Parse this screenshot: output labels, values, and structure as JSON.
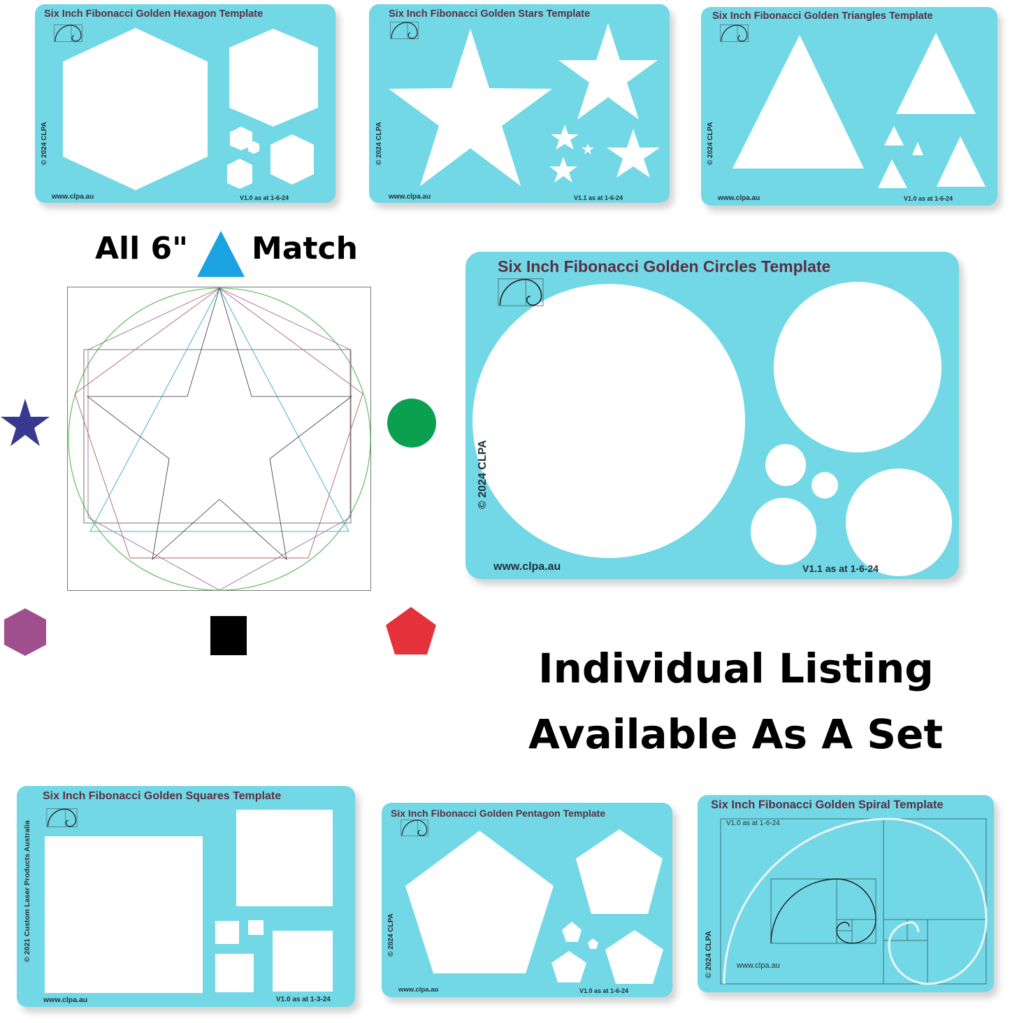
{
  "colors": {
    "plastic": "#72d8e5",
    "title_text": "#5a2f44",
    "triangle_marker": "#1aa3e0",
    "star_marker": "#36398e",
    "circle_marker": "#0aa04f",
    "hexagon_marker": "#a04f8e",
    "square_marker": "#000000",
    "pentagon_marker": "#e5313a"
  },
  "templates": {
    "hexagon": {
      "title": "Six Inch Fibonacci Golden Hexagon Template",
      "copyright": "© 2024 CLPA",
      "url": "www.clpa.au",
      "version": "V1.0 as at 1-6-24"
    },
    "stars": {
      "title": "Six Inch Fibonacci Golden Stars Template",
      "copyright": "© 2024 CLPA",
      "url": "www.clpa.au",
      "version": "V1.1 as at 1-6-24"
    },
    "triangles": {
      "title": "Six Inch Fibonacci Golden Triangles Template",
      "copyright": "© 2024 CLPA",
      "url": "www.clpa.au",
      "version": "V1.0 as at 1-6-24"
    },
    "circles": {
      "title": "Six Inch Fibonacci Golden Circles Template",
      "copyright": "© 2024 CLPA",
      "url": "www.clpa.au",
      "version": "V1.1 as at 1-6-24"
    },
    "squares": {
      "title": "Six Inch Fibonacci Golden Squares Template",
      "copyright": "© 2021 Custom Laser Products Australia",
      "url": "www.clpa.au",
      "version": "V1.0 as at 1-3-24"
    },
    "pentagon": {
      "title": "Six Inch Fibonacci Golden Pentagon Template",
      "copyright": "© 2024 CLPA",
      "url": "www.clpa.au",
      "version": "V1.0 as at 1-6-24"
    },
    "spiral": {
      "title": "Six Inch Fibonacci Golden Spiral Template",
      "copyright": "© 2024 CLPA",
      "url": "www.clpa.au",
      "version": "V1.0 as at 1-6-24"
    }
  },
  "match_diagram": {
    "left_label": "All 6\"",
    "right_label": "Match",
    "markers": [
      "triangle",
      "star",
      "circle",
      "hexagon",
      "square",
      "pentagon"
    ]
  },
  "callout": {
    "line1": "Individual Listing",
    "line2": "Available As A Set"
  }
}
